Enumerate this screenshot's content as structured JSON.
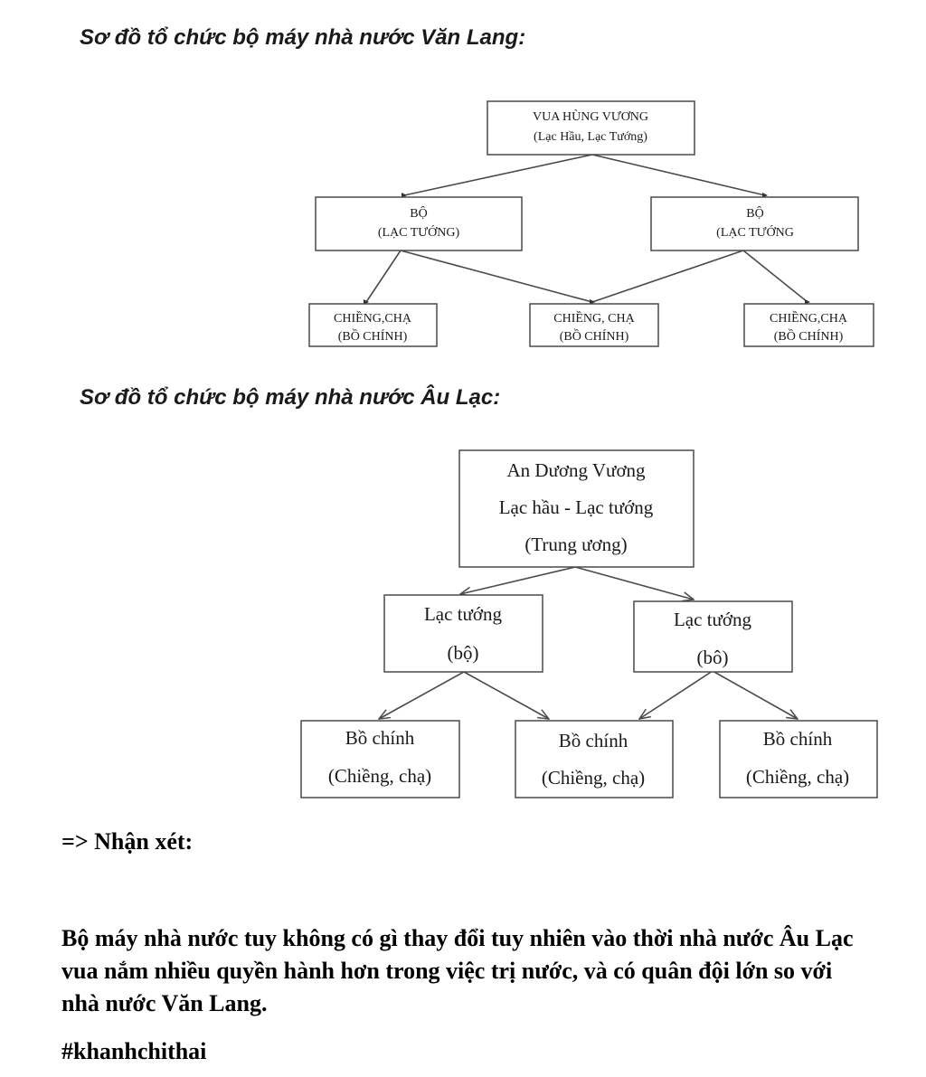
{
  "van_lang": {
    "heading": "Sơ đồ tổ chức bộ máy nhà nước Văn Lang:",
    "king": {
      "line1": "VUA HÙNG VƯƠNG",
      "line2": "(Lạc Hầu, Lạc Tướng)"
    },
    "bo_left": {
      "line1": "BỘ",
      "line2": "(LẠC TƯỚNG)"
    },
    "bo_right": {
      "line1": "BỘ",
      "line2": "(LẠC TƯỚNG"
    },
    "commune_left": {
      "line1": "CHIỀNG,CHẠ",
      "line2": "(BỒ CHÍNH)"
    },
    "commune_mid": {
      "line1": "CHIỀNG, CHẠ",
      "line2": "(BỒ CHÍNH)"
    },
    "commune_right": {
      "line1": "CHIỀNG,CHẠ",
      "line2": "(BỒ CHÍNH)"
    }
  },
  "au_lac": {
    "heading": "Sơ đồ tổ chức bộ máy nhà nước Âu Lạc:",
    "king": {
      "line1": "An Dương Vương",
      "line2": "Lạc hầu - Lạc tướng",
      "line3": "(Trung ương)"
    },
    "lac_tuong_left": {
      "line1": "Lạc tướng",
      "line2": "(bộ)"
    },
    "lac_tuong_right": {
      "line1": "Lạc tướng",
      "line2": "(bô)"
    },
    "bo_chinh_1": {
      "line1": "Bồ chính",
      "line2": "(Chiềng, chạ)"
    },
    "bo_chinh_2": {
      "line1": "Bồ chính",
      "line2": "(Chiềng, chạ)"
    },
    "bo_chinh_3": {
      "line1": "Bồ chính",
      "line2": "(Chiềng, chạ)"
    }
  },
  "remark": {
    "label": "=> Nhận xét:",
    "text": "Bộ máy nhà nước tuy không có gì thay đổi tuy nhiên vào thời nhà nước Âu Lạc vua nắm nhiều quyền hành hơn trong việc trị nước, và có quân đội lớn so với nhà nước Văn Lang.",
    "hashtag": "#khanhchithai"
  }
}
